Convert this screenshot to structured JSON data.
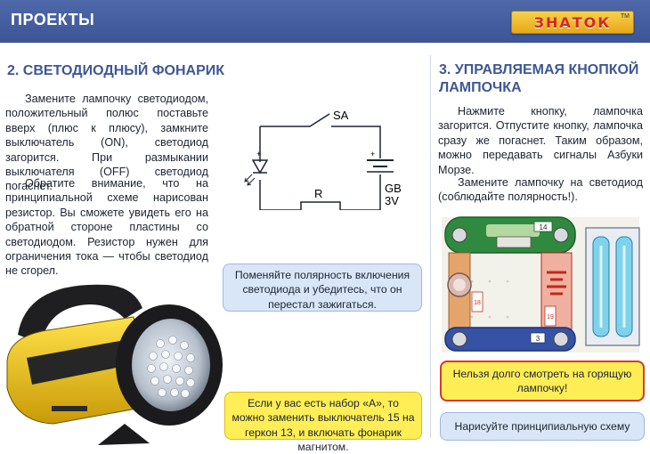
{
  "header": {
    "title": "ПРОЕКТЫ",
    "logo": "ЗНАТОК",
    "tm": "TM"
  },
  "left": {
    "title": "2. СВЕТОДИОДНЫЙ ФОНАРИК",
    "p1": "Замените лампочку светодиодом, положительный полюс поставьте вверх (плюс к плюсу), замкните выключатель (ON), светодиод загорится. При размыкании выключателя (OFF) светодиод погаснет.",
    "p2": "Обратите внимание, что на принципиальной схеме нарисован резистор. Вы сможете увидеть его на обратной стороне пластины со светодиодом. Резистор нужен для ограничения тока — чтобы светодиод не сгорел."
  },
  "schematic": {
    "switch": "SA",
    "battery": "GB",
    "voltage": "3V",
    "resistor": "R",
    "plus": "+"
  },
  "mid": {
    "polarity_note": "Поменяйте полярность включения светодиода и убедитесь, что он перестал зажигаться.",
    "kit_note": "Если у вас есть набор «А», то можно заменить выключатель 15 на геркон 13, и включать фонарик магнитом."
  },
  "right": {
    "title": "3. УПРАВЛЯЕМАЯ КНОПКОЙ ЛАМПОЧКА",
    "p1": "Нажмите кнопку, лампочка загорится. Отпустите кнопку, лампочка сразу же погаснет. Таким образом, можно передавать сигналы Азбуки Морзе.",
    "p2": "Замените лампочку на светодиод (соблюдайте полярность!).",
    "warning": "Нельзя долго смотреть на горящую лампочку!",
    "draw_note": "Нарисуйте принципиальную схему"
  },
  "board": {
    "button_num": "14",
    "wire_num": "3",
    "lamp_num": "18",
    "battery_num": "19"
  }
}
